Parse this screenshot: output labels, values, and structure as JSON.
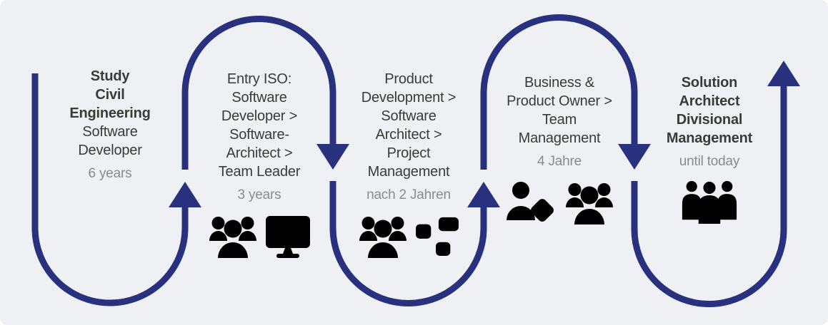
{
  "diagram_title": "Career path serpentine timeline",
  "colors": {
    "background": "#eef0f4",
    "arrow": "#28317e",
    "heading": "#3a3a39",
    "muted": "#8b8b8b",
    "icon": "#8e97a1"
  },
  "stages": [
    {
      "lines": [
        "Study",
        "Civil",
        "Engineering",
        "Software",
        "Developer"
      ],
      "duration": "6 years",
      "icons": []
    },
    {
      "lines": [
        "Entry ISO:",
        "Software",
        "Developer >",
        "Software-",
        "Architect >",
        "Team Leader"
      ],
      "duration": "3 years",
      "icons": [
        "team-icon",
        "monitor-code-icon"
      ]
    },
    {
      "lines": [
        "Product",
        "Development >",
        "Software",
        "Architect >",
        "Project",
        "Management"
      ],
      "duration": "nach 2 Jahren",
      "icons": [
        "team-icon",
        "network-icon"
      ]
    },
    {
      "lines": [
        "Business &",
        "Product Owner >",
        "Team",
        "Management"
      ],
      "duration": "4 Jahre",
      "icons": [
        "user-tag-icon",
        "team-icon"
      ]
    },
    {
      "lines": [
        "Solution",
        "Architect",
        "Divisional",
        "Management"
      ],
      "duration": "until today",
      "icons": [
        "crowd-icon"
      ]
    }
  ]
}
